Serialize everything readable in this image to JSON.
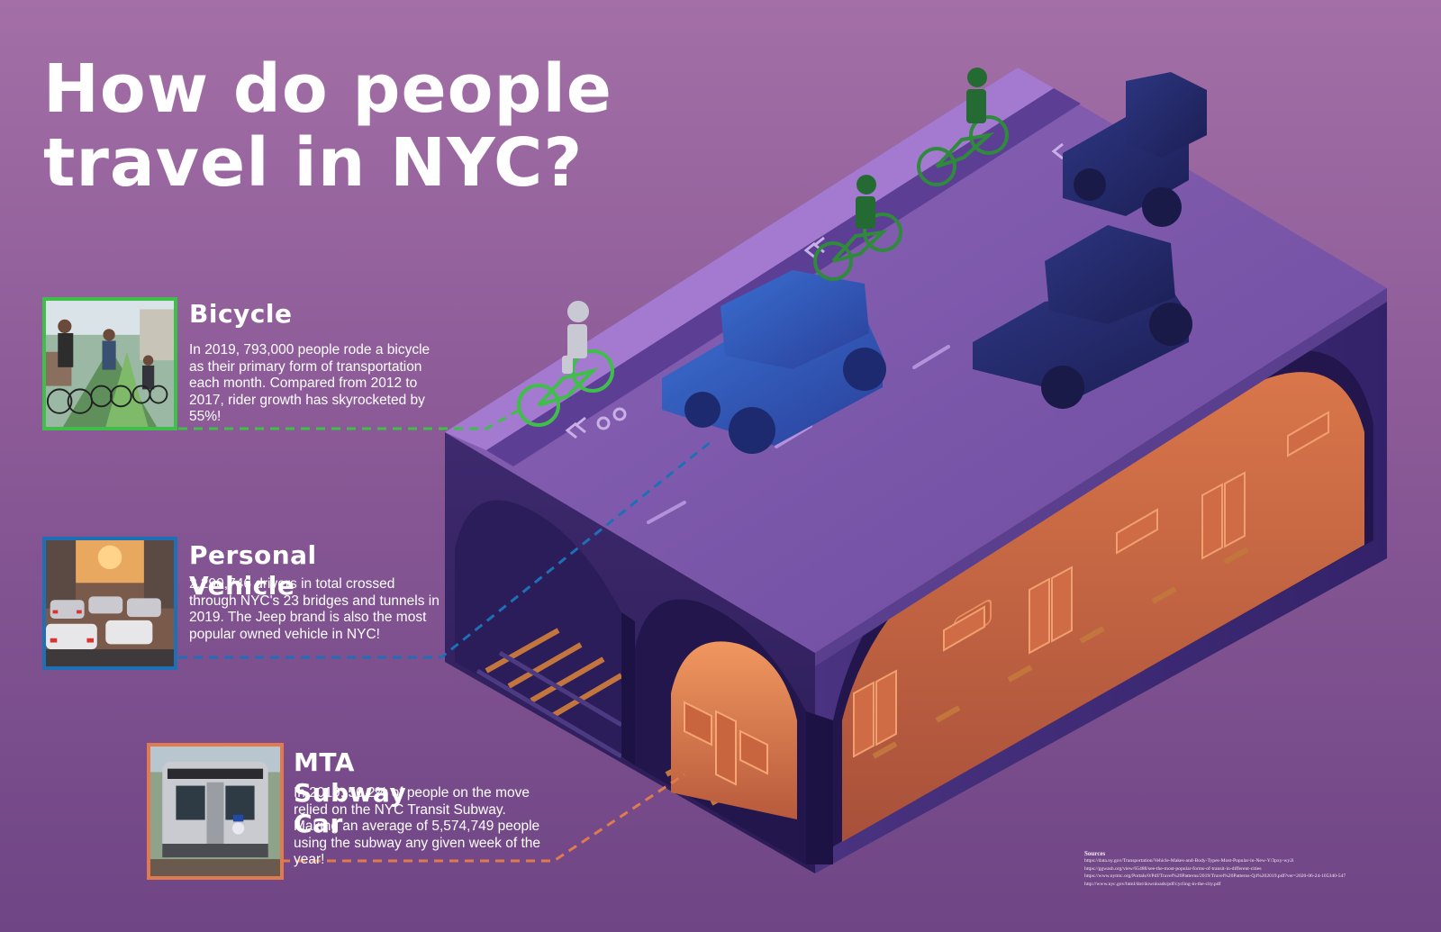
{
  "title": "How do people travel in NYC?",
  "colors": {
    "bicycle": "#3fbf4a",
    "personal_vehicle": "#1f6fb5",
    "subway": "#e07a4f",
    "background_top": "#a36fa6",
    "background_bottom": "#6f4585"
  },
  "sections": {
    "bicycle": {
      "heading": "Bicycle",
      "body": "In 2019, 793,000 people rode a bicycle as their primary form of transportation each month. Compared from 2012 to 2017, rider growth has skyrocketed by 55%!"
    },
    "personal_vehicle": {
      "heading": "Personal Vehicle",
      "body": "2,290,746 drivers in total crossed through NYC's 23 bridges and tunnels in 2019. The Jeep brand is also the most popular owned vehicle in NYC!"
    },
    "subway": {
      "heading": "MTA Subway Car",
      "body": "In 2019, 56.2% of people on the move relied on the NYC Transit Subway. Making an average of 5,574,749 people using the subway any given week of the year!"
    }
  },
  "sources": {
    "heading": "Sources",
    "items": [
      "https://data.ny.gov/Transportation/Vehicle-Makes-and-Body-Types-Most-Popular-in-New-Y/3pxy-wy2i",
      "https://ggwash.org/view/65488/see-the-most-popular-forms-of-transit-in-different-cities",
      "https://www.nymtc.org/Portals/0/Pdf/Travel%20Patterns/2019/Travel%20Patterns-Q4%202019.pdf?ver=2020-06-24-105340-547",
      "http://www.nyc.gov/html/dot/downloads/pdf/cycling-in-the-city.pdf"
    ]
  }
}
